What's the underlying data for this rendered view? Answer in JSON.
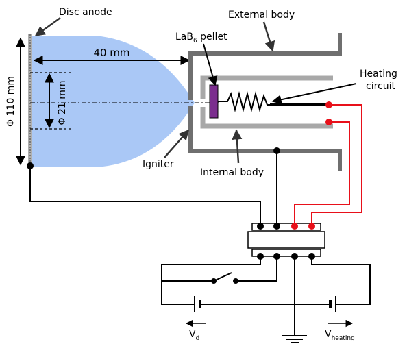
{
  "labels": {
    "disc_anode": "Disc anode",
    "external_body": "External body",
    "lab6_main": "LaB",
    "lab6_sub": "6",
    "lab6_rest": " pellet",
    "dist_40": "40 mm",
    "dia_110": "Φ 110 mm",
    "dia_21": "Φ 21 mm",
    "heating_1": "Heating",
    "heating_2": "circuit",
    "igniter": "Igniter",
    "internal_body": "Internal body",
    "vd_main": "V",
    "vd_sub": "d",
    "vh_main": "V",
    "vh_sub": "heating"
  },
  "colors": {
    "plasma": "#aac8f6",
    "body_gray": "#6f6f6f",
    "internal_gray": "#a8a8a8",
    "pellet": "#7b2d8e",
    "heating_wire": "#e8101a",
    "anode": "#b0b0b0"
  }
}
